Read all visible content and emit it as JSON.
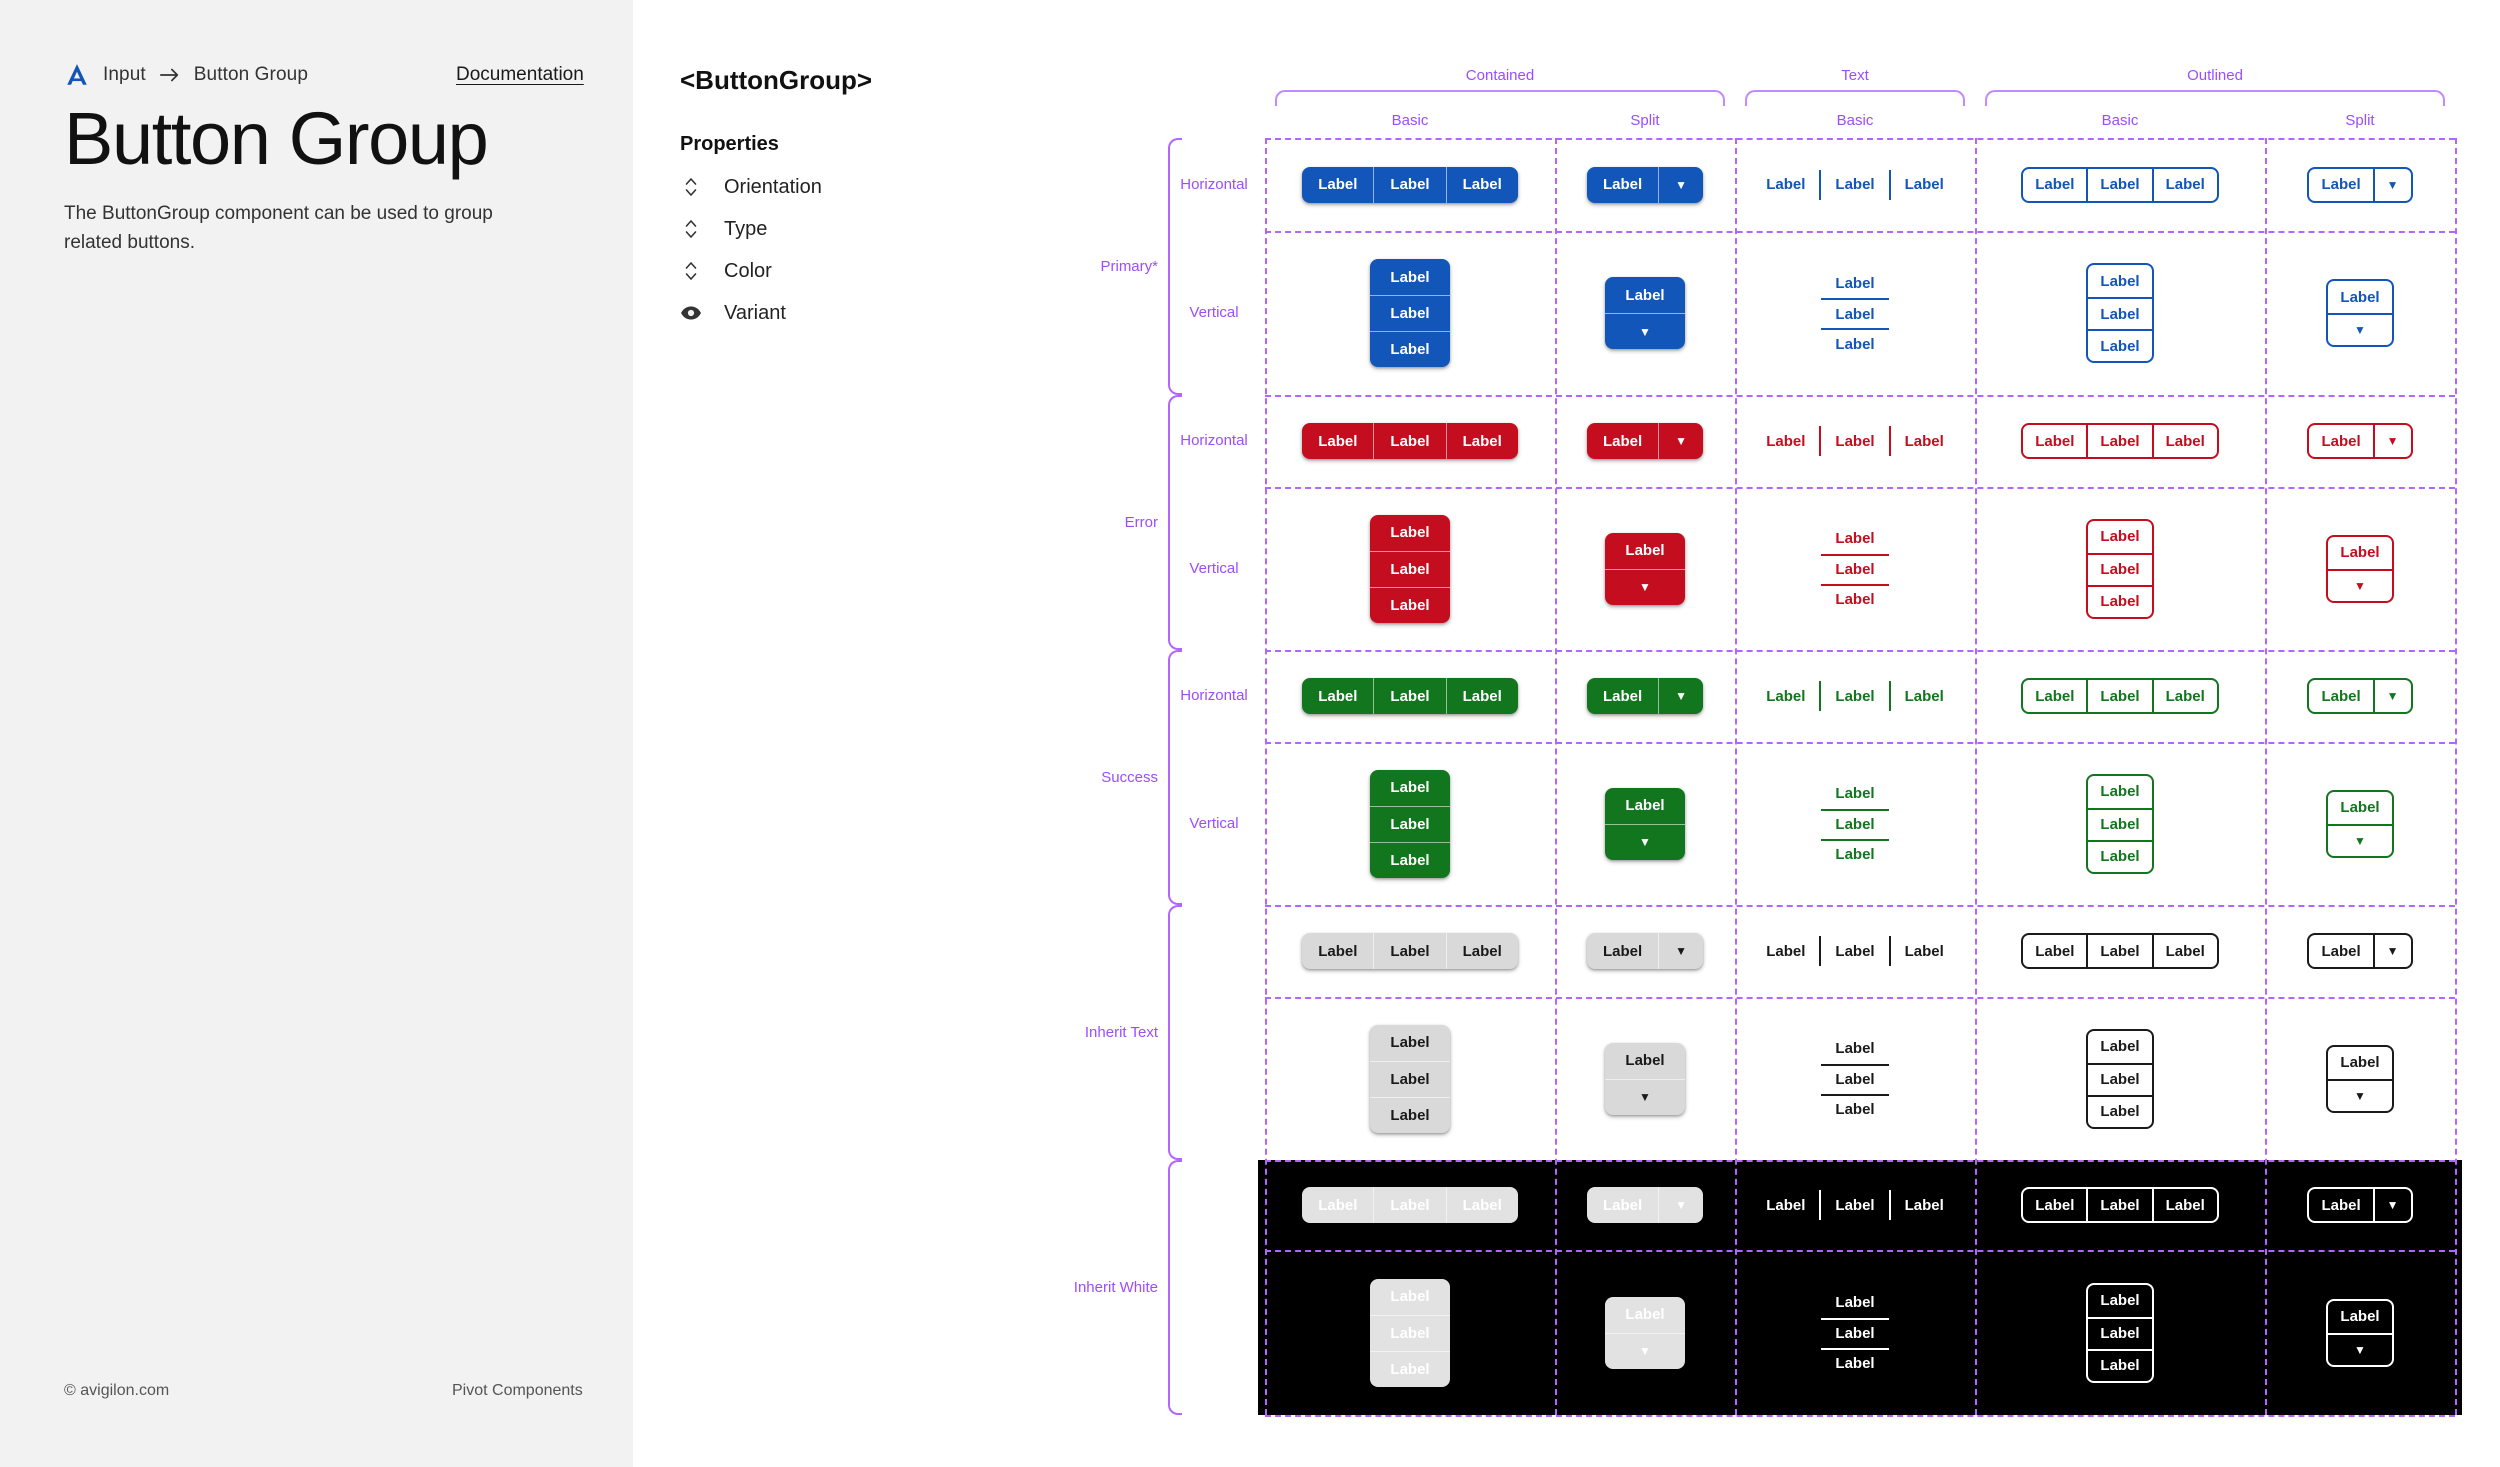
{
  "header": {
    "breadcrumb": {
      "root": "Input",
      "current": "Button Group",
      "arrow_icon": "arrow-right-icon",
      "logo_icon": "avigilon-logo-icon"
    },
    "documentation_link": "Documentation",
    "title": "Button Group",
    "description": "The ButtonGroup component can be used to group related buttons."
  },
  "footer": {
    "copyright": "© avigilon.com",
    "brand": "Pivot Components"
  },
  "spec": {
    "component_tag": "<ButtonGroup>",
    "properties_title": "Properties",
    "properties": [
      {
        "label": "Orientation",
        "icon": "sort-updown-icon"
      },
      {
        "label": "Type",
        "icon": "sort-updown-icon"
      },
      {
        "label": "Color",
        "icon": "sort-updown-icon"
      },
      {
        "label": "Variant",
        "icon": "eye-icon"
      }
    ]
  },
  "matrix": {
    "button_label": "Label",
    "caret_glyph": "▼",
    "type_groups": [
      {
        "label": "Contained",
        "variants": [
          "Basic",
          "Split"
        ]
      },
      {
        "label": "Text",
        "variants": [
          "Basic"
        ]
      },
      {
        "label": "Outlined",
        "variants": [
          "Basic",
          "Split"
        ]
      }
    ],
    "orientation_labels": {
      "horizontal": "Horizontal",
      "vertical": "Vertical"
    },
    "color_rows": [
      {
        "label": "Primary*",
        "color": "#1156B8",
        "text_on_fill": "#FFFFFF",
        "dark_bg": false,
        "show_orientation": true
      },
      {
        "label": "Error",
        "color": "#C40D1F",
        "text_on_fill": "#FFFFFF",
        "dark_bg": false,
        "show_orientation": true
      },
      {
        "label": "Success",
        "color": "#12761E",
        "text_on_fill": "#FFFFFF",
        "dark_bg": false,
        "show_orientation": true
      },
      {
        "label": "Inherit Text",
        "color": "#1a1a1a",
        "fill": "#D9D9D9",
        "text_on_fill": "#1a1a1a",
        "dark_bg": false,
        "show_orientation": false
      },
      {
        "label": "Inherit White",
        "color": "#FFFFFF",
        "fill": "#E2E2E2",
        "text_on_fill": "#FFFFFF",
        "dark_bg": true,
        "show_orientation": false
      }
    ],
    "accent_purple": "#9B4DFF",
    "grid_dash_color": "#B266FF",
    "dark_band_color": "#000000"
  }
}
